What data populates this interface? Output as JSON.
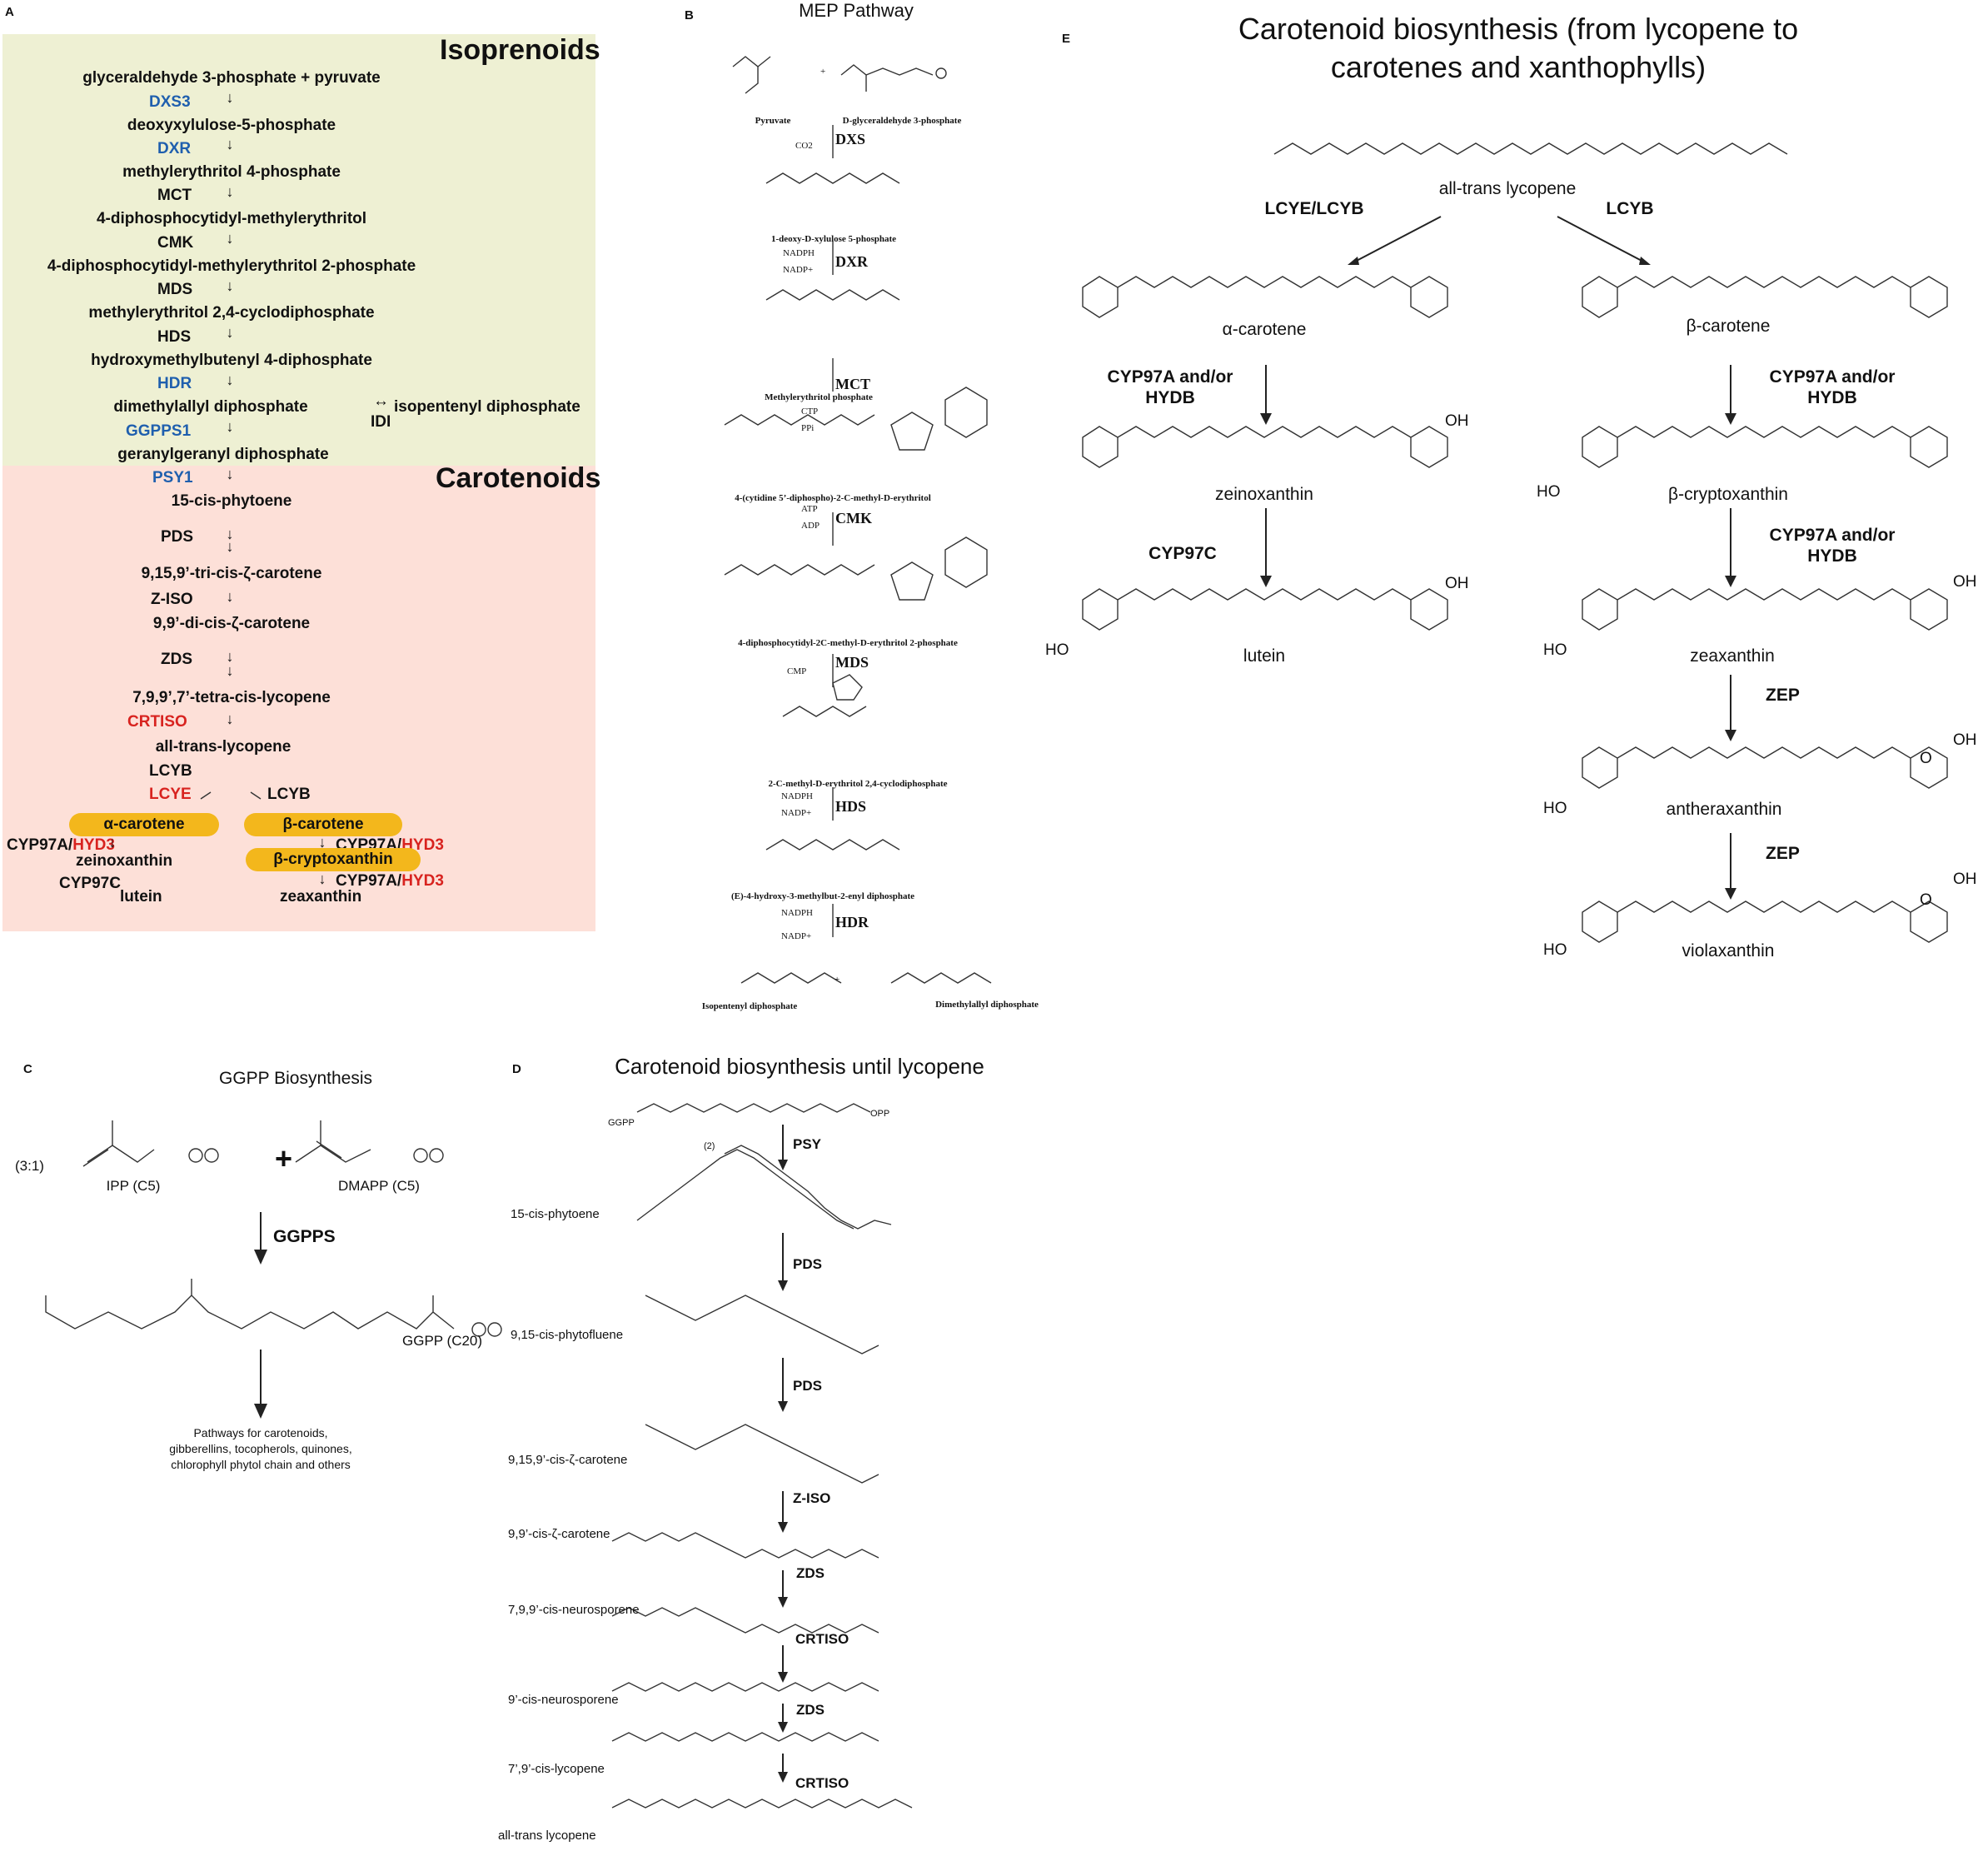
{
  "panels": {
    "a": {
      "letter": "A",
      "isoprenoids_title": "Isoprenoids",
      "carotenoids_title": "Carotenoids",
      "rows": [
        "glyceraldehyde 3-phosphate + pyruvate",
        "deoxyxylulose-5-phosphate",
        "methylerythritol 4-phosphate",
        "4-diphosphocytidyl-methylerythritol",
        "4-diphosphocytidyl-methylerythritol 2-phosphate",
        "methylerythritol 2,4-cyclodiphosphate",
        "hydroxymethylbutenyl 4-diphosphate",
        "dimethylallyl diphosphate",
        "geranylgeranyl diphosphate",
        "15-cis-phytoene",
        "9,15,9’-tri-cis-ζ-carotene",
        "9,9’-di-cis-ζ-carotene",
        "7,9,9’,7’-tetra-cis-lycopene",
        "all-trans-lycopene"
      ],
      "enzymes": [
        "DXS3",
        "DXR",
        "MCT",
        "CMK",
        "MDS",
        "HDS",
        "HDR",
        "GGPPS1",
        "PSY1",
        "PDS",
        "Z-ISO",
        "ZDS",
        "CRTISO",
        "LCYB",
        "LCYE",
        "LCYB"
      ],
      "idi": "IDI",
      "isopentenyl": "isopentenyl diphosphate",
      "alpha_carotene": "α-carotene",
      "beta_carotene": "β-carotene",
      "beta_cryptoxanthin": "β-cryptoxanthin",
      "cyp97a": "CYP97A/",
      "hyd3": "HYD3",
      "zeinoxanthin": "zeinoxanthin",
      "cyp97c": "CYP97C",
      "lutein": "lutein",
      "zeaxanthin": "zeaxanthin",
      "arrow": "↓",
      "dbl_arrow": "↔"
    },
    "b": {
      "letter": "B",
      "title": "MEP Pathway",
      "compounds": [
        "Pyruvate",
        "D-glyceraldehyde 3-phosphate",
        "1-deoxy-D-xylulose 5-phosphate",
        "Methylerythritol phosphate",
        "4-(cytidine 5’-diphospho)-2-C-methyl-D-erythritol",
        "4-diphosphocytidyl-2C-methyl-D-erythritol 2-phosphate",
        "2-C-methyl-D-erythritol 2,4-cyclodiphosphate",
        "(E)-4-hydroxy-3-methylbut-2-enyl diphosphate",
        "Isopentenyl diphosphate",
        "Dimethylallyl diphosphate"
      ],
      "enzymes": [
        "DXS",
        "DXR",
        "MCT",
        "CMK",
        "MDS",
        "HDS",
        "HDR"
      ],
      "cofactors": [
        "CO2",
        "NADPH",
        "NADP+",
        "CTP",
        "PPi",
        "ATP",
        "ADP",
        "CMP",
        "NADPH",
        "NADP+",
        "NADPH",
        "NADP+"
      ],
      "plus": "+"
    },
    "c": {
      "letter": "C",
      "title": "GGPP Biosynthesis",
      "ratio": "(3:1)",
      "ipp": "IPP (C5)",
      "dmapp": "DMAPP (C5)",
      "enzyme": "GGPPS",
      "ggpp": "GGPP  (C20)",
      "note": "Pathways for carotenoids, gibberellins, tocopherols, quinones, chlorophyll phytol chain and others",
      "plus": "+"
    },
    "d": {
      "letter": "D",
      "title": "Carotenoid biosynthesis until lycopene",
      "ggpp": "GGPP",
      "opp": "OPP",
      "two": "(2)",
      "compounds": [
        "15-cis-phytoene",
        "9,15-cis-phytofluene",
        "9,15,9’-cis-ζ-carotene",
        "9,9’-cis-ζ-carotene",
        "7,9,9’-cis-neurosporene",
        "9’-cis-neurosporene",
        "7’,9’-cis-lycopene",
        "all-trans lycopene"
      ],
      "enzymes": [
        "PSY",
        "PDS",
        "PDS",
        "Z-ISO",
        "ZDS",
        "CRTISO",
        "ZDS",
        "CRTISO"
      ]
    },
    "e": {
      "letter": "E",
      "title_line1": "Carotenoid biosynthesis (from lycopene to",
      "title_line2": "carotenes and xanthophylls)",
      "lycopene": "all-trans lycopene",
      "lcye_lcyb": "LCYE/LCYB",
      "lcyb": "LCYB",
      "alpha_carotene": "α-carotene",
      "beta_carotene": "β-carotene",
      "cyp97a_hydb": "CYP97A and/or HYDB",
      "zeinoxanthin": "zeinoxanthin",
      "beta_cryptoxanthin": "β-cryptoxanthin",
      "cyp97c": "CYP97C",
      "lutein": "lutein",
      "zeaxanthin": "zeaxanthin",
      "zep": "ZEP",
      "antheraxanthin": "antheraxanthin",
      "violaxanthin": "violaxanthin",
      "oh": "OH",
      "ho": "HO",
      "o": "O"
    }
  }
}
